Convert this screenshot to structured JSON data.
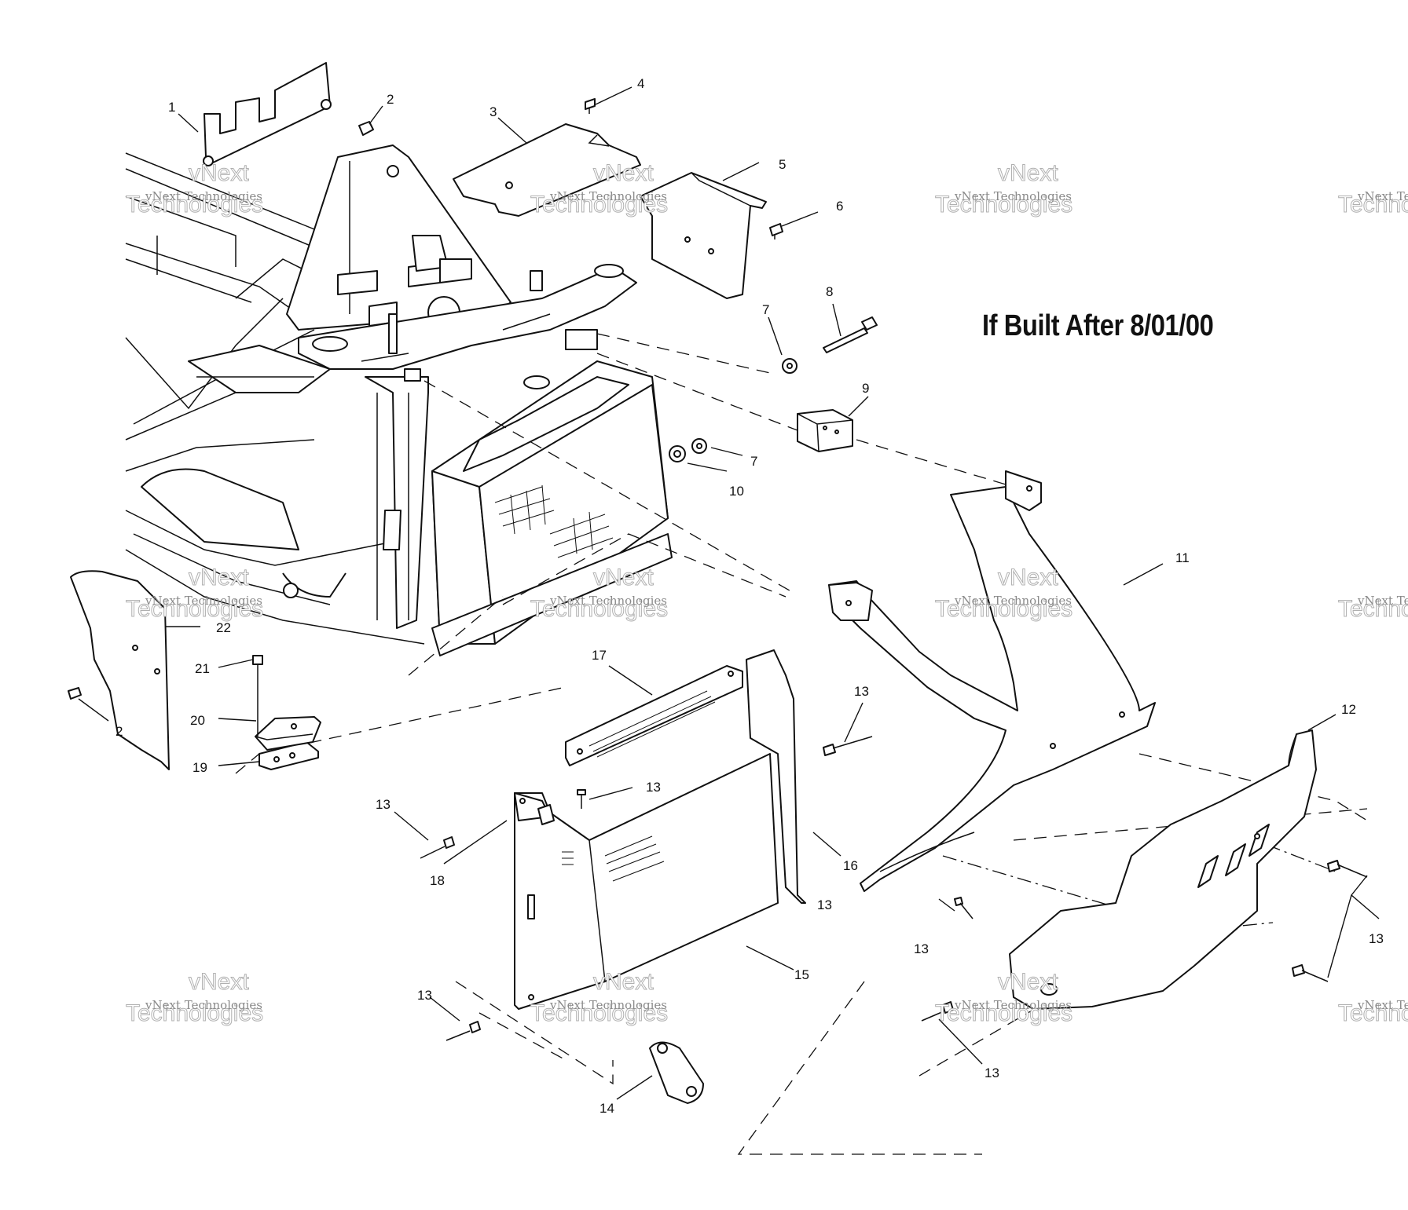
{
  "note": "If Built After 8/01/00",
  "watermark": {
    "line1": "vNext Technologies",
    "line2": "Technologies",
    "line2_prefix": "vNext",
    "color": "#8a8a8a"
  },
  "callouts": [
    "1",
    "2",
    "2",
    "3",
    "4",
    "5",
    "6",
    "7",
    "7",
    "8",
    "9",
    "10",
    "11",
    "12",
    "13",
    "13",
    "13",
    "13",
    "13",
    "13",
    "13",
    "13",
    "14",
    "15",
    "16",
    "17",
    "18",
    "19",
    "20",
    "21",
    "22"
  ],
  "colors": {
    "line": "#111111",
    "background": "#ffffff"
  }
}
